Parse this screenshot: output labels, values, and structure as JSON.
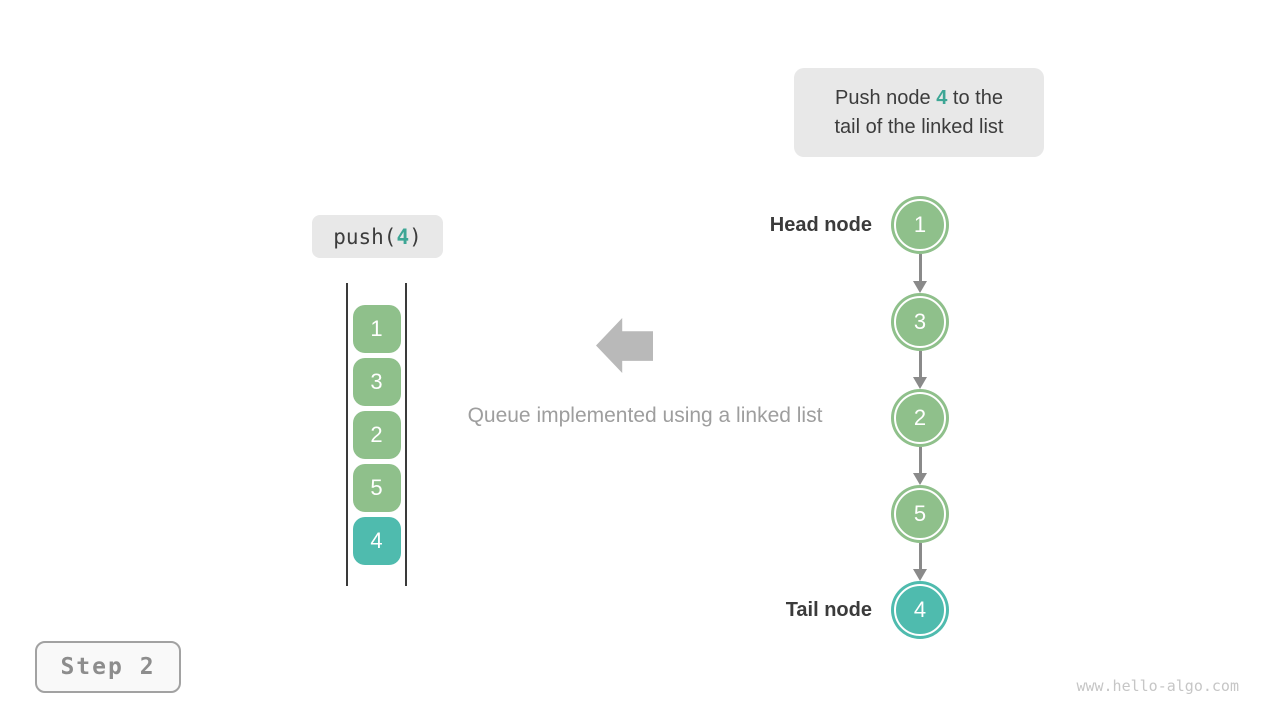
{
  "figure": {
    "callout": {
      "line1_pre": "Push node ",
      "value": "4",
      "line1_post": " to the",
      "line2": "tail of the linked list"
    },
    "push_label": {
      "pre": "push(",
      "value": "4",
      "post": ")"
    },
    "queue": {
      "items": [
        {
          "value": "1"
        },
        {
          "value": "3"
        },
        {
          "value": "2"
        },
        {
          "value": "5"
        },
        {
          "value": "4"
        }
      ]
    },
    "caption": "Queue implemented using a linked list",
    "linked_list": {
      "head_label": "Head node",
      "tail_label": "Tail node",
      "nodes": [
        {
          "value": "1"
        },
        {
          "value": "3"
        },
        {
          "value": "2"
        },
        {
          "value": "5"
        },
        {
          "value": "4"
        }
      ]
    },
    "step_badge": "Step 2",
    "watermark": "www.hello-algo.com"
  },
  "colors": {
    "node_green": "#8fc08b",
    "node_teal": "#4fbbae",
    "highlight_text_teal": "#3da695",
    "dark_text": "#3c3c3c",
    "caption_gray": "#9e9e9e",
    "callout_bg": "#e8e8e8",
    "block_arrow_gray": "#b9b9b9",
    "link_arrow_gray": "#8a8a8a",
    "queue_wall_dark": "#3a3a3a",
    "step_border_gray": "#a2a2a2",
    "step_text_gray": "#8d8d8d",
    "watermark_gray": "#c6c6c6"
  }
}
